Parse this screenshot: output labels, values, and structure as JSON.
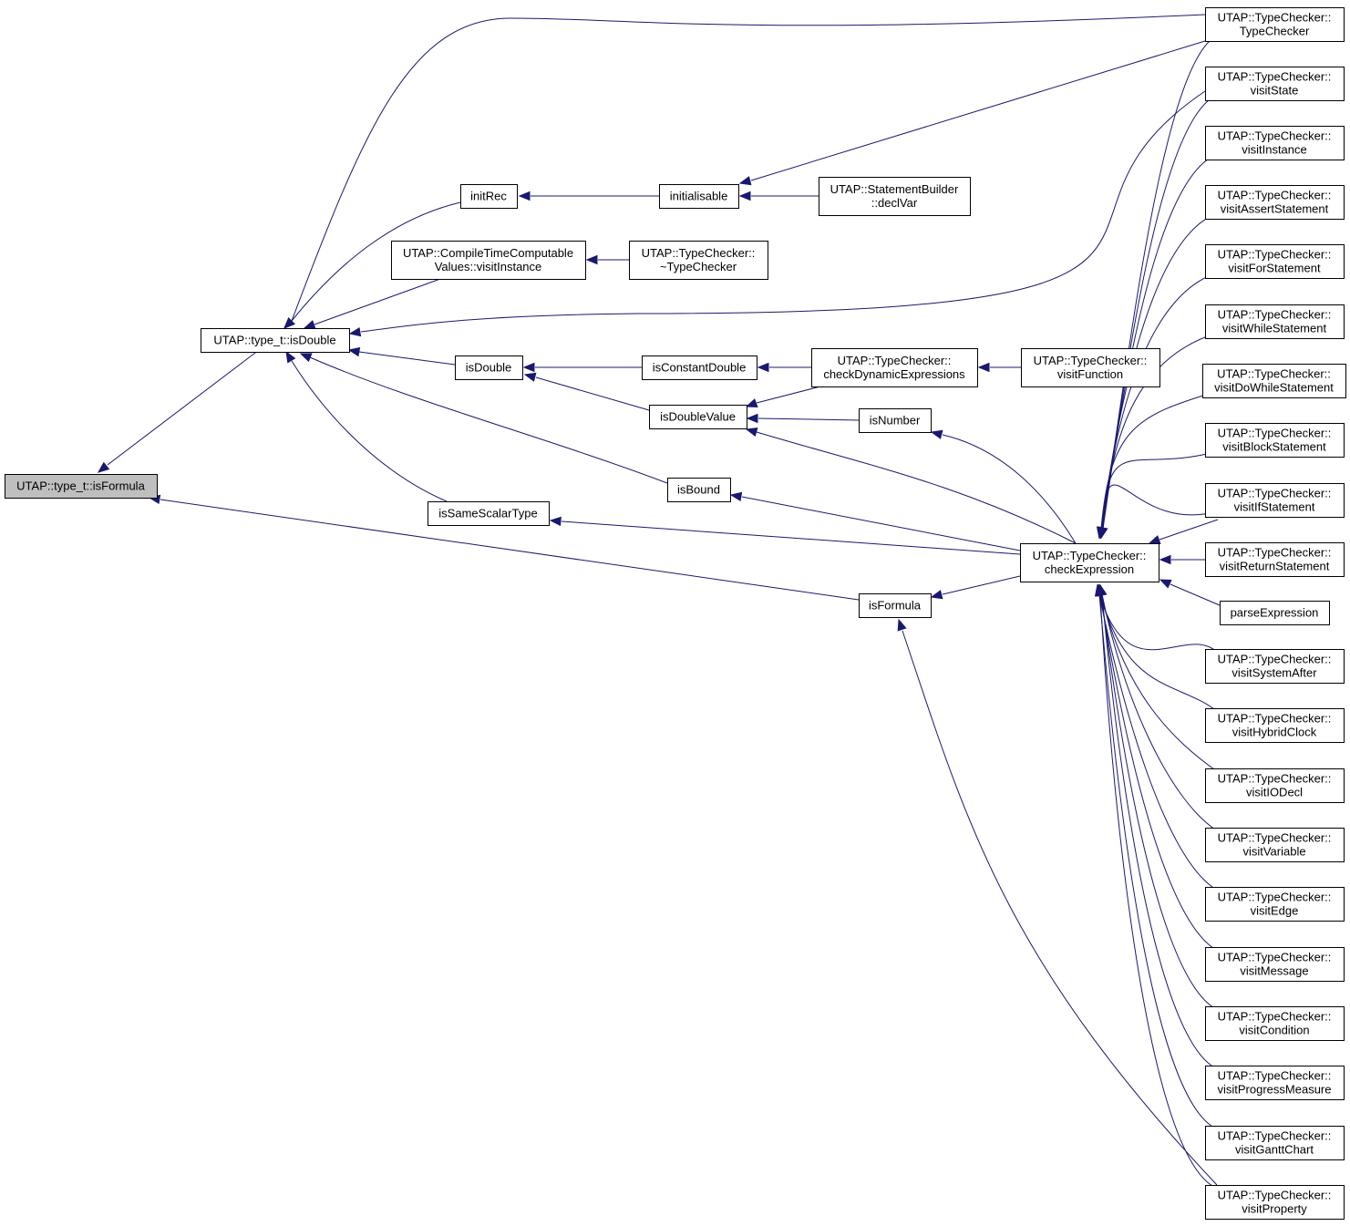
{
  "graph": {
    "colors": {
      "edge": "#191970",
      "root_fill": "#bfbfbf",
      "node_fill": "#ffffff",
      "node_border": "#000000"
    },
    "nodes": [
      {
        "id": "isFormulaRoot",
        "lines": [
          "UTAP::type_t::isFormula"
        ],
        "root": true
      },
      {
        "id": "typeIsDouble",
        "lines": [
          "UTAP::type_t::isDouble"
        ]
      },
      {
        "id": "initRec",
        "lines": [
          "initRec"
        ]
      },
      {
        "id": "ctcvVisitInstance",
        "lines": [
          "UTAP::CompileTimeComputable",
          "Values::visitInstance"
        ]
      },
      {
        "id": "isDouble",
        "lines": [
          "isDouble"
        ]
      },
      {
        "id": "isSameScalarType",
        "lines": [
          "isSameScalarType"
        ]
      },
      {
        "id": "initialisable",
        "lines": [
          "initialisable"
        ]
      },
      {
        "id": "tcDestructor",
        "lines": [
          "UTAP::TypeChecker::",
          "~TypeChecker"
        ]
      },
      {
        "id": "isConstantDouble",
        "lines": [
          "isConstantDouble"
        ]
      },
      {
        "id": "isDoubleValue",
        "lines": [
          "isDoubleValue"
        ]
      },
      {
        "id": "isBound",
        "lines": [
          "isBound"
        ]
      },
      {
        "id": "isFormula",
        "lines": [
          "isFormula"
        ]
      },
      {
        "id": "declVar",
        "lines": [
          "UTAP::StatementBuilder",
          "::declVar"
        ]
      },
      {
        "id": "checkDynamic",
        "lines": [
          "UTAP::TypeChecker::",
          "checkDynamicExpressions"
        ]
      },
      {
        "id": "isNumber",
        "lines": [
          "isNumber"
        ]
      },
      {
        "id": "visitFunction",
        "lines": [
          "UTAP::TypeChecker::",
          "visitFunction"
        ]
      },
      {
        "id": "checkExpression",
        "lines": [
          "UTAP::TypeChecker::",
          "checkExpression"
        ]
      },
      {
        "id": "ctor",
        "lines": [
          "UTAP::TypeChecker::",
          "TypeChecker"
        ]
      },
      {
        "id": "visitState",
        "lines": [
          "UTAP::TypeChecker::",
          "visitState"
        ]
      },
      {
        "id": "visitInstance",
        "lines": [
          "UTAP::TypeChecker::",
          "visitInstance"
        ]
      },
      {
        "id": "visitAssert",
        "lines": [
          "UTAP::TypeChecker::",
          "visitAssertStatement"
        ]
      },
      {
        "id": "visitFor",
        "lines": [
          "UTAP::TypeChecker::",
          "visitForStatement"
        ]
      },
      {
        "id": "visitWhile",
        "lines": [
          "UTAP::TypeChecker::",
          "visitWhileStatement"
        ]
      },
      {
        "id": "visitDoWhile",
        "lines": [
          "UTAP::TypeChecker::",
          "visitDoWhileStatement"
        ]
      },
      {
        "id": "visitBlock",
        "lines": [
          "UTAP::TypeChecker::",
          "visitBlockStatement"
        ]
      },
      {
        "id": "visitIf",
        "lines": [
          "UTAP::TypeChecker::",
          "visitIfStatement"
        ]
      },
      {
        "id": "visitReturn",
        "lines": [
          "UTAP::TypeChecker::",
          "visitReturnStatement"
        ]
      },
      {
        "id": "parseExpression",
        "lines": [
          "parseExpression"
        ]
      },
      {
        "id": "visitSystemAfter",
        "lines": [
          "UTAP::TypeChecker::",
          "visitSystemAfter"
        ]
      },
      {
        "id": "visitHybridClock",
        "lines": [
          "UTAP::TypeChecker::",
          "visitHybridClock"
        ]
      },
      {
        "id": "visitIODecl",
        "lines": [
          "UTAP::TypeChecker::",
          "visitIODecl"
        ]
      },
      {
        "id": "visitVariable",
        "lines": [
          "UTAP::TypeChecker::",
          "visitVariable"
        ]
      },
      {
        "id": "visitEdge",
        "lines": [
          "UTAP::TypeChecker::",
          "visitEdge"
        ]
      },
      {
        "id": "visitMessage",
        "lines": [
          "UTAP::TypeChecker::",
          "visitMessage"
        ]
      },
      {
        "id": "visitCondition",
        "lines": [
          "UTAP::TypeChecker::",
          "visitCondition"
        ]
      },
      {
        "id": "visitProgress",
        "lines": [
          "UTAP::TypeChecker::",
          "visitProgressMeasure"
        ]
      },
      {
        "id": "visitGantt",
        "lines": [
          "UTAP::TypeChecker::",
          "visitGanttChart"
        ]
      },
      {
        "id": "visitProperty",
        "lines": [
          "UTAP::TypeChecker::",
          "visitProperty"
        ]
      }
    ]
  }
}
